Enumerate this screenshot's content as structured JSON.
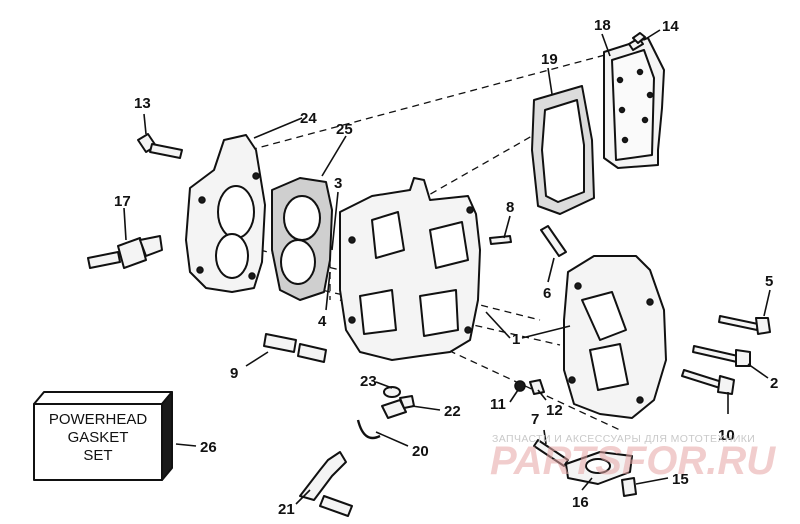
{
  "diagram": {
    "callouts": [
      "1",
      "2",
      "3",
      "4",
      "5",
      "6",
      "7",
      "8",
      "9",
      "10",
      "11",
      "12",
      "13",
      "14",
      "15",
      "16",
      "17",
      "18",
      "19",
      "20",
      "21",
      "22",
      "23",
      "24",
      "25",
      "26"
    ],
    "kit_box": {
      "lines": [
        "POWERHEAD",
        "GASKET",
        "SET"
      ],
      "callout": "26"
    },
    "watermark": {
      "top": "ЗАПЧАСТИ И АКСЕССУАРЫ ДЛЯ МОТОТЕХНИКИ",
      "logo": "PARTSFOR.RU"
    },
    "colors": {
      "ink": "#111111",
      "paper": "#ffffff",
      "watermark": "#e7a6a6"
    }
  }
}
